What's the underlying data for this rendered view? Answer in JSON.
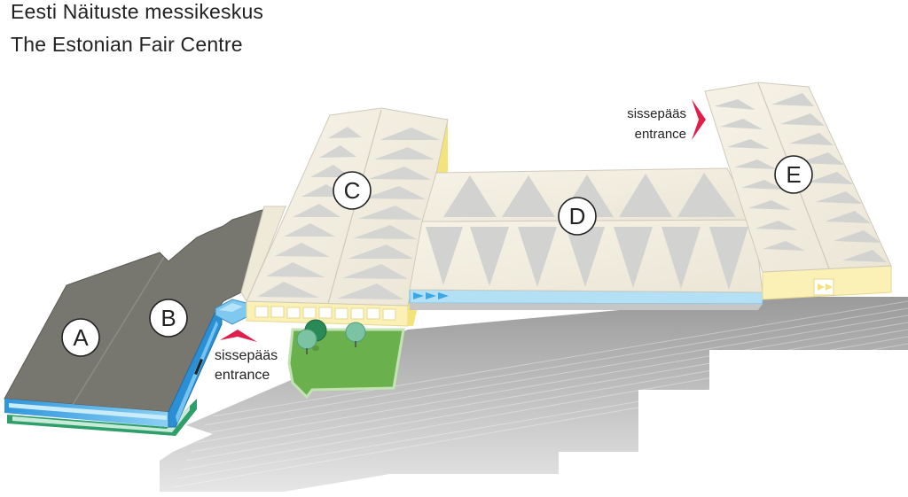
{
  "title": {
    "line1": "Eesti Näituste messikeskus",
    "line2": "The Estonian Fair Centre"
  },
  "halls": [
    {
      "id": "A",
      "label": "A"
    },
    {
      "id": "B",
      "label": "B"
    },
    {
      "id": "C",
      "label": "C"
    },
    {
      "id": "D",
      "label": "D"
    },
    {
      "id": "E",
      "label": "E"
    }
  ],
  "entrances": [
    {
      "id": "main",
      "line1": "sissepääs",
      "line2": "entrance"
    },
    {
      "id": "east",
      "line1": "sissepääs",
      "line2": "entrance"
    }
  ],
  "colors": {
    "roof_dark": "#77766f",
    "roof_light": "#f4efe1",
    "roof_triangle": "#d2d2d0",
    "wall_yellow": "#fbf1b6",
    "glass_blue": "#3aa8e6",
    "glass_light": "#b3e0f5",
    "lawn": "#6ab04c",
    "tree": "#2a8a57",
    "tree_light": "#7cc3a4",
    "paving": "#b9b9b9",
    "entrance_arrow": "#e01e4a"
  }
}
